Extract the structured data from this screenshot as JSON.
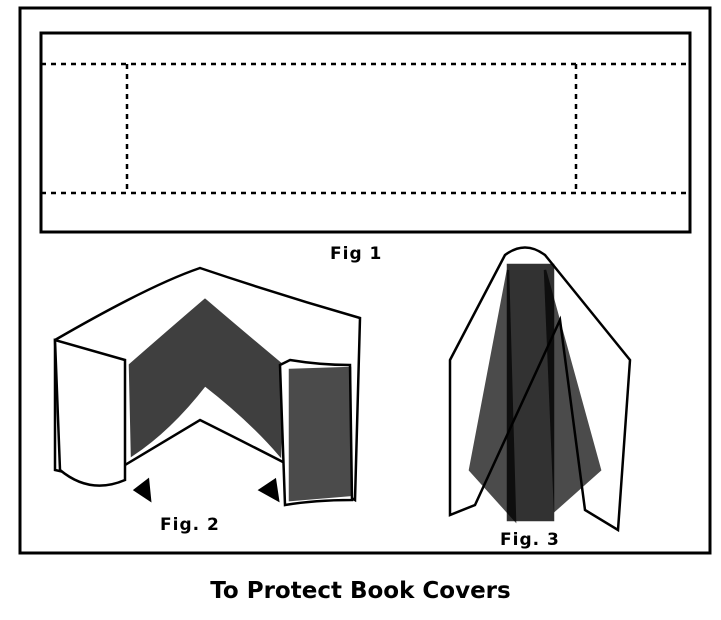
{
  "figures": {
    "fig1_label": "Fig 1",
    "fig2_label": "Fig. 2",
    "fig3_label": "Fig. 3"
  },
  "caption": "To Protect Book Covers",
  "colors": {
    "ink": "#000000",
    "paper": "#ffffff"
  }
}
